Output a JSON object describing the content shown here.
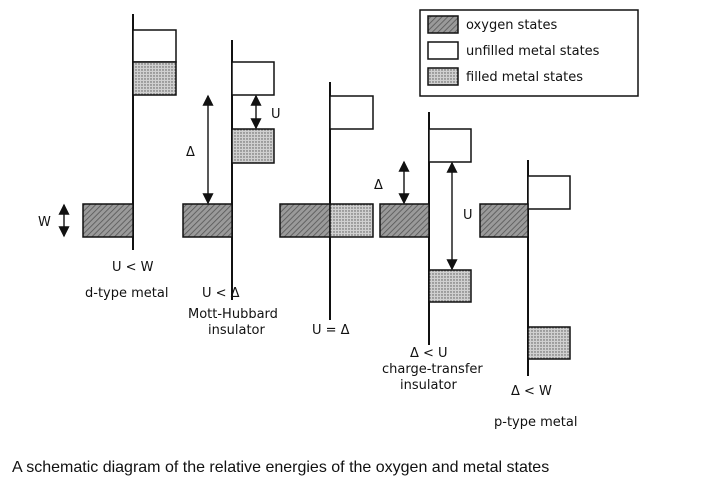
{
  "legend": {
    "oxygen": "oxygen states",
    "unfilled": "unfilled metal states",
    "filled": "filled metal states"
  },
  "colors": {
    "oxygen_fill": "#8a8a8a",
    "filled_fill": "#c4c4c4",
    "unfilled_fill": "#ffffff"
  },
  "labels": {
    "W": "W",
    "U": "U",
    "delta": "Δ",
    "p1_cond": "U < W",
    "p1_name": "d-type metal",
    "p2_cond": "U < Δ",
    "p2_name_l1": "Mott-Hubbard",
    "p2_name_l2": "insulator",
    "p3_cond": "U = Δ",
    "p4_cond": "Δ < U",
    "p4_name_l1": "charge-transfer",
    "p4_name_l2": "insulator",
    "p5_cond": "Δ < W",
    "p5_name": "p-type metal"
  },
  "caption": "A schematic diagram of the relative energies of the oxygen and metal states"
}
